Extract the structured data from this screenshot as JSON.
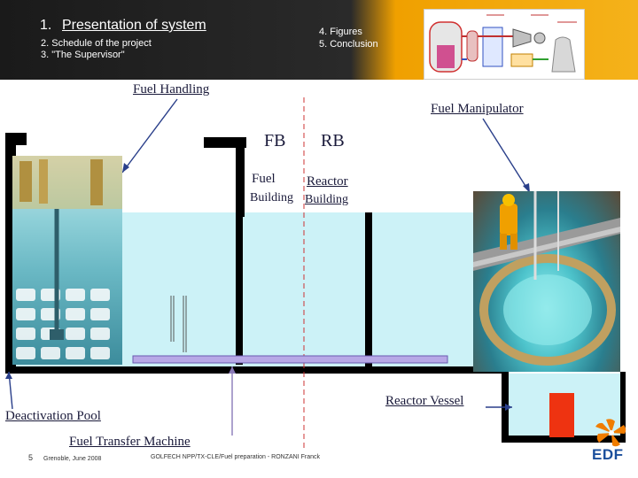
{
  "header": {
    "title_number": "1.",
    "title_text": "Presentation of system",
    "item2": "2. Schedule of the project",
    "item3": "3. \"The Supervisor\"",
    "item4": "4. Figures",
    "item5": "5. Conclusion"
  },
  "labels": {
    "fuel_handling": "Fuel Handling",
    "fuel_manipulator": "Fuel Manipulator",
    "fb": "FB",
    "rb": "RB",
    "fuel": "Fuel",
    "building_left": "Building",
    "reactor": "Reactor",
    "building_right": "Building",
    "reactor_vessel": "Reactor Vessel",
    "deactivation_pool": "Deactivation Pool",
    "fuel_transfer_machine": "Fuel Transfer Machine"
  },
  "footer": {
    "page_number": "5",
    "location_date": "Grenoble, June 2008",
    "document_ref": "GOLFECH NPP/TX-CLE/Fuel preparation - RONZANI Franck",
    "logo_text": "EDF"
  },
  "colors": {
    "water": "#ccf2f7",
    "walls": "#000000",
    "transfer_tube": "#b7a8e6",
    "red_element": "#ee3311",
    "edf_orange": "#f07d00",
    "edf_blue": "#1b4f9c"
  }
}
